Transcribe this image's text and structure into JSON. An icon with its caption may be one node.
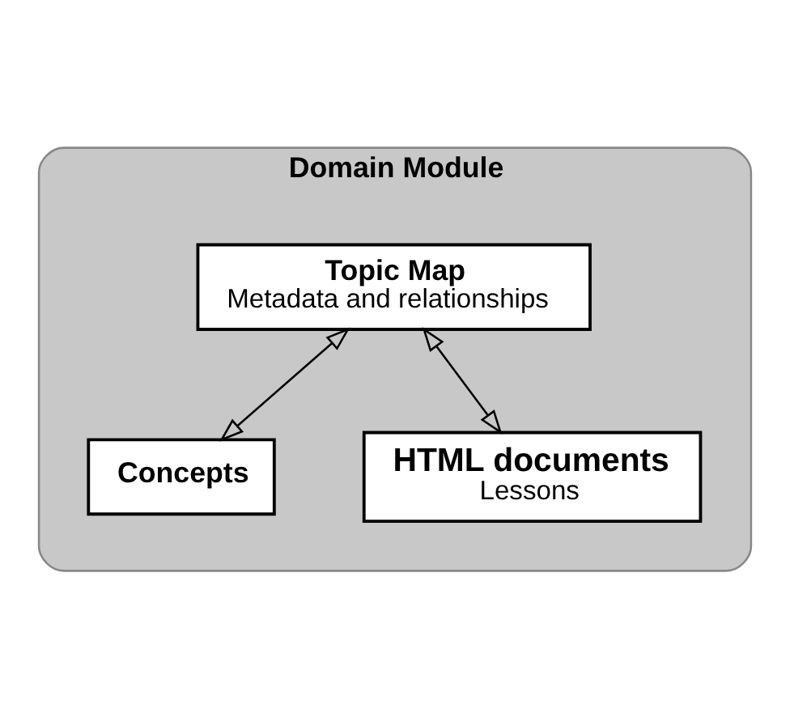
{
  "diagram": {
    "nodes": [
      {
        "text": [
          "Domain Module"
        ]
      },
      {
        "text": [
          "Topic Map",
          "Metadata and relationships"
        ],
        "in": 0
      },
      {
        "text": [
          "Concepts"
        ],
        "in": 0
      },
      {
        "text": [
          "HTML documents",
          "Lessons"
        ],
        "in": 0
      }
    ],
    "edges": [
      {
        "from": 1,
        "to": 2,
        "arrow": "both"
      },
      {
        "from": 1,
        "to": 3,
        "arrow": "both"
      }
    ]
  }
}
